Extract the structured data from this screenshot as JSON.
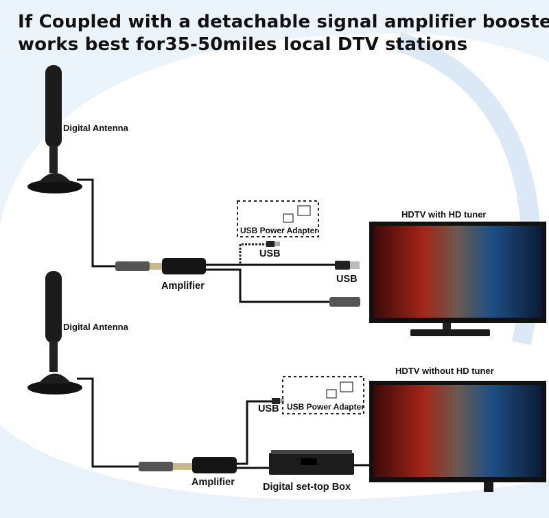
{
  "title_line1": "If Coupled with a detachable signal amplifier booster,",
  "title_line2": "works best for35-50miles local DTV stations",
  "top_setup": {
    "antenna_label": "Digital  Antenna",
    "amplifier_label": "Amplifier",
    "adapter_label": "USB Power Adapter",
    "usb_adapter_label": "USB",
    "usb_tv_label": "USB",
    "tv_label": "HDTV with HD tuner"
  },
  "bottom_setup": {
    "antenna_label": "Digital  Antenna",
    "amplifier_label": "Amplifier",
    "adapter_label": "USB Power Adapter",
    "usb_label": "USB",
    "settop_label": "Digital  set-top Box",
    "tv_label": "HDTV without HD tuner"
  },
  "colors": {
    "background_swoosh": "#dce9f7",
    "cable": "#111111"
  }
}
